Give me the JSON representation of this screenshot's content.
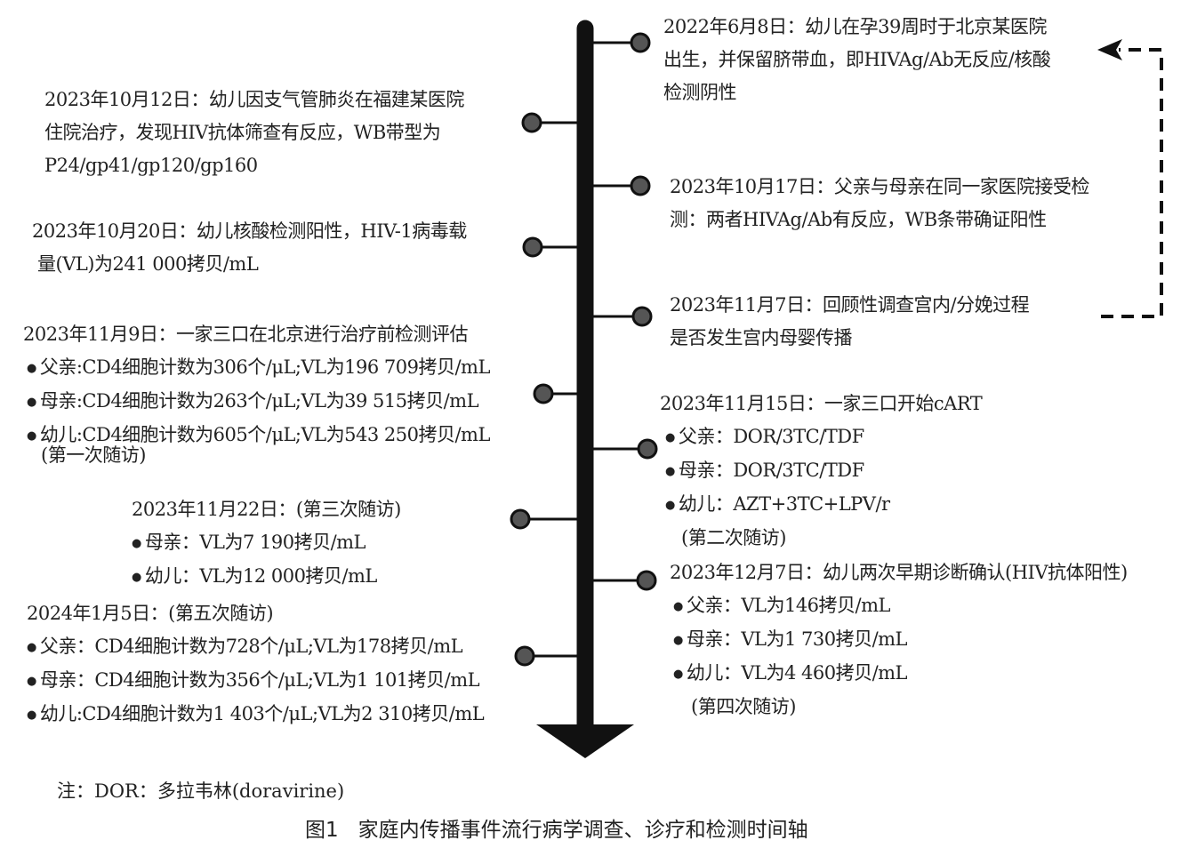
{
  "events_right": [
    {
      "lines": [
        "2022年6月8日：幼儿在孕39周时于北京某医院",
        "出生，并保留脐带血，即HIVAg/Ab无反应/核酸",
        "检测阴性"
      ]
    },
    {
      "lines": [
        "2023年10月17日：父亲与母亲在同一家医院接受检",
        "测：两者HIVAg/Ab有反应，WB条带确证阳性"
      ]
    },
    {
      "lines": [
        "2023年11月7日：回顾性调查宫内/分娩过程",
        "是否发生宫内母婴传播"
      ]
    },
    {
      "title": "2023年11月15日：一家三口开始cART",
      "bullets": [
        "父亲：DOR/3TC/TDF",
        "母亲：DOR/3TC/TDF",
        "幼儿：AZT+3TC+LPV/r"
      ],
      "note": "(第二次随访)"
    },
    {
      "title": "2023年12月7日：幼儿两次早期诊断确认(HIV抗体阳性)",
      "bullets": [
        "父亲：VL为146拷贝/mL",
        "母亲：VL为1 730拷贝/mL",
        "幼儿：VL为4 460拷贝/mL"
      ],
      "note": "(第四次随访)"
    }
  ],
  "events_left": [
    {
      "lines": [
        "2023年10月12日：幼儿因支气管肺炎在福建某医院",
        "住院治疗，发现HIV抗体筛查有反应，WB带型为",
        "P24/gp41/gp120/gp160"
      ]
    },
    {
      "lines": [
        "2023年10月20日：幼儿核酸检测阳性，HIV-1病毒载",
        "量(VL)为241 000拷贝/mL"
      ]
    },
    {
      "title": "2023年11月9日：一家三口在北京进行治疗前检测评估",
      "bullets": [
        "父亲:CD4细胞计数为306个/μL;VL为196 709拷贝/mL",
        "母亲:CD4细胞计数为263个/μL;VL为39 515拷贝/mL",
        "幼儿:CD4细胞计数为605个/μL;VL为543 250拷贝/mL"
      ],
      "note": "(第一次随访)"
    },
    {
      "title": "2023年11月22日：(第三次随访)",
      "bullets": [
        "母亲：VL为7 190拷贝/mL",
        "幼儿：VL为12 000拷贝/mL"
      ]
    },
    {
      "title": "2024年1月5日：(第五次随访)",
      "bullets": [
        "父亲：CD4细胞计数为728个/μL;VL为178拷贝/mL",
        "母亲：CD4细胞计数为356个/μL;VL为1 101拷贝/mL",
        "幼儿:CD4细胞计数为1 403个/μL;VL为2 310拷贝/mL"
      ]
    }
  ],
  "footnote": "注：DOR：多拉韦林(doravirine)",
  "caption": {
    "label": "图1",
    "text": "家庭内传播事件流行病学调查、诊疗和检测时间轴"
  }
}
